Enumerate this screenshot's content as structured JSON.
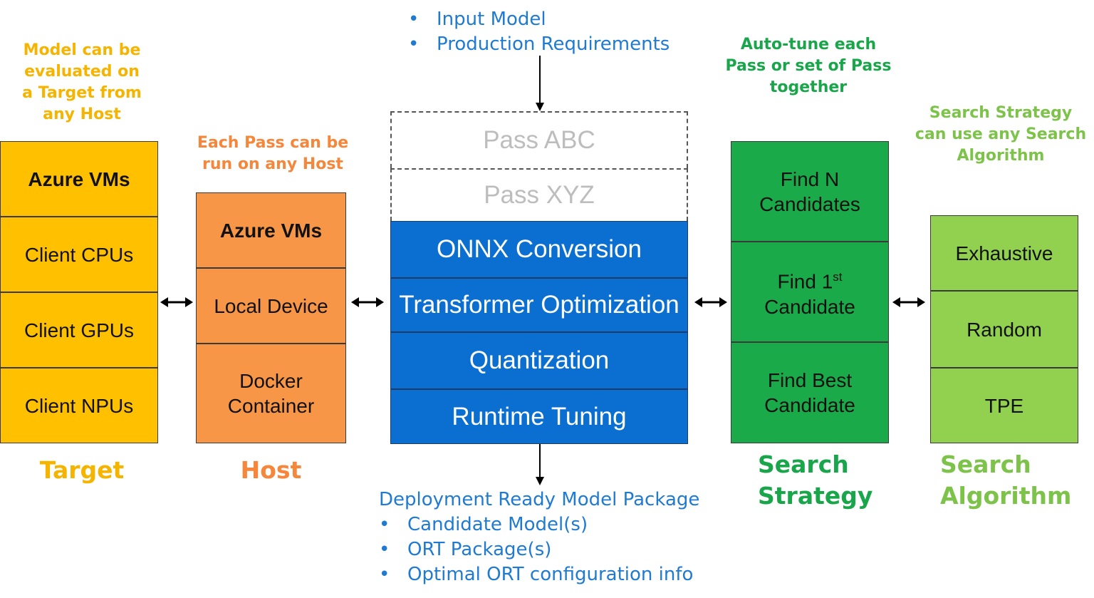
{
  "colors": {
    "target": "#ffc000",
    "target_label": "#f5b400",
    "host": "#f79646",
    "host_label": "#f5863a",
    "pass_blue": "#0a6fd1",
    "text_blue": "#1f7ad1",
    "strategy": "#1aaa4a",
    "strategy_label": "#19a64a",
    "algorithm": "#92d050",
    "algorithm_label": "#7dc34a"
  },
  "target": {
    "note_lines": [
      "Model can be",
      "evaluated on",
      "a Target from",
      "any Host"
    ],
    "items": [
      "Azure VMs",
      "Client CPUs",
      "Client GPUs",
      "Client NPUs"
    ],
    "label": "Target"
  },
  "host": {
    "note_lines": [
      "Each Pass can be",
      "run on any Host"
    ],
    "items": [
      "Azure VMs",
      "Local Device",
      "Docker",
      "Container"
    ],
    "label": "Host"
  },
  "passes": {
    "inputs": [
      "Input Model",
      "Production Requirements"
    ],
    "optional": [
      "Pass ABC",
      "Pass XYZ"
    ],
    "items": [
      "ONNX Conversion",
      "Transformer Optimization",
      "Quantization",
      "Runtime Tuning"
    ],
    "output_title": "Deployment Ready Model Package",
    "outputs": [
      "Candidate Model(s)",
      "ORT Package(s)",
      "Optimal ORT configuration info"
    ],
    "bullet": "•"
  },
  "strategy": {
    "note_lines": [
      "Auto-tune each",
      "Pass or set of Pass",
      "together"
    ],
    "items": {
      "find_n_1": "Find N",
      "find_n_2": "Candidates",
      "find_1st_a": "Find 1",
      "find_1st_sup": "st",
      "find_1st_b": "Candidate",
      "find_best_1": "Find Best",
      "find_best_2": "Candidate"
    },
    "label_lines": [
      "Search",
      "Strategy"
    ]
  },
  "algorithm": {
    "note_lines": [
      "Search Strategy",
      "can use any Search",
      "Algorithm"
    ],
    "items": [
      "Exhaustive",
      "Random",
      "TPE"
    ],
    "label_lines": [
      "Search",
      "Algorithm"
    ]
  }
}
